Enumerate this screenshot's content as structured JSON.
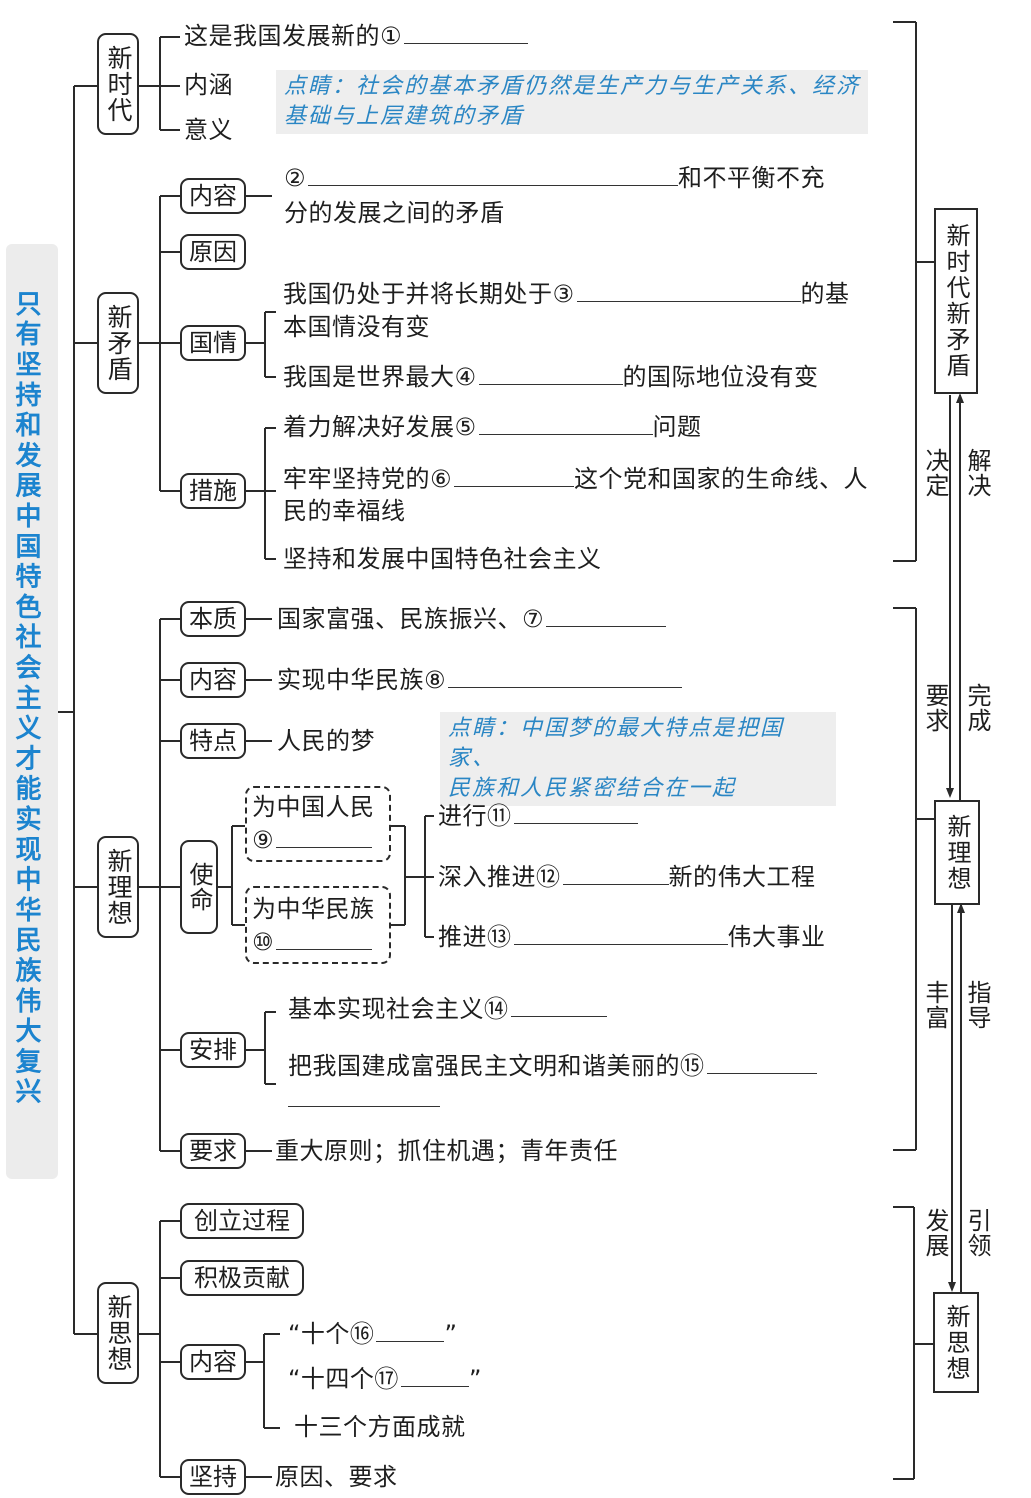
{
  "spine": {
    "title": "只有坚持和发展中国特色社会主义才能实现中华民族伟大复兴"
  },
  "xinshidai": {
    "label": "新时代",
    "items": [
      {
        "text": "这是我国发展新的①",
        "blank": true
      },
      {
        "text": "内涵"
      },
      {
        "text": "意义"
      }
    ],
    "note": [
      "点睛：社会的基本矛盾仍然是生产力与生产关系、经济",
      "基础与上层建筑的矛盾"
    ]
  },
  "xinmaodun": {
    "label": "新矛盾",
    "neirong": {
      "label": "内容",
      "line1a": "②",
      "line1b": "和不平衡不充",
      "line2": "分的发展之间的矛盾"
    },
    "yuanyin": {
      "label": "原因"
    },
    "guoqing": {
      "label": "国情",
      "item1a": "我国仍处于并将长期处于③",
      "item1b": "的基",
      "item1c": "本国情没有变",
      "item2a": "我国是世界最大④",
      "item2b": "的国际地位没有变"
    },
    "cuoshi": {
      "label": "措施",
      "item1a": "着力解决好发展⑤",
      "item1b": "问题",
      "item2a": "牢牢坚持党的⑥",
      "item2b": "这个党和国家的生命线、人",
      "item2c": "民的幸福线",
      "item3": "坚持和发展中国特色社会主义"
    }
  },
  "xinlixiang": {
    "label": "新理想",
    "benzhi": {
      "label": "本质",
      "text": "国家富强、民族振兴、⑦"
    },
    "neirong": {
      "label": "内容",
      "text": "实现中华民族⑧"
    },
    "tedian": {
      "label": "特点",
      "text": "人民的梦"
    },
    "note": [
      "点睛：中国梦的最大特点是把国家、",
      "民族和人民紧密结合在一起"
    ],
    "shiming": {
      "label": "使命",
      "group1a": "为中国人民",
      "group1b": "⑨",
      "group2a": "为中华民族",
      "group2b": "⑩",
      "item1": "进行⑪",
      "item2a": "深入推进⑫",
      "item2b": "新的伟大工程",
      "item3a": "推进⑬",
      "item3b": "伟大事业"
    },
    "anpai": {
      "label": "安排",
      "item1": "基本实现社会主义⑭",
      "item2": "把我国建成富强民主文明和谐美丽的⑮"
    },
    "yaoqiu": {
      "label": "要求",
      "text": "重大原则；抓住机遇；青年责任"
    }
  },
  "xinsixiang": {
    "label": "新思想",
    "chuangli": {
      "label": "创立过程"
    },
    "gongxian": {
      "label": "积极贡献"
    },
    "neirong": {
      "label": "内容",
      "item1a": "“十个⑯",
      "item1b": "”",
      "item2a": "“十四个⑰",
      "item2b": "”",
      "item3": "十三个方面成就"
    },
    "jianchi": {
      "label": "坚持",
      "text": "原因、要求"
    }
  },
  "right_flow": {
    "box1": "新时代新矛盾",
    "box2": "新理想",
    "box3": "新思想",
    "rel1_left": "决定",
    "rel1_right": "解决",
    "rel2_left": "要求",
    "rel2_right": "完成",
    "rel3_left": "丰富",
    "rel3_right": "指导",
    "rel4_left": "发展",
    "rel4_right": "引领"
  },
  "colors": {
    "accent_blue": "#1c84cf",
    "note_blue": "#2a86c4",
    "line": "#2a2a2a"
  }
}
